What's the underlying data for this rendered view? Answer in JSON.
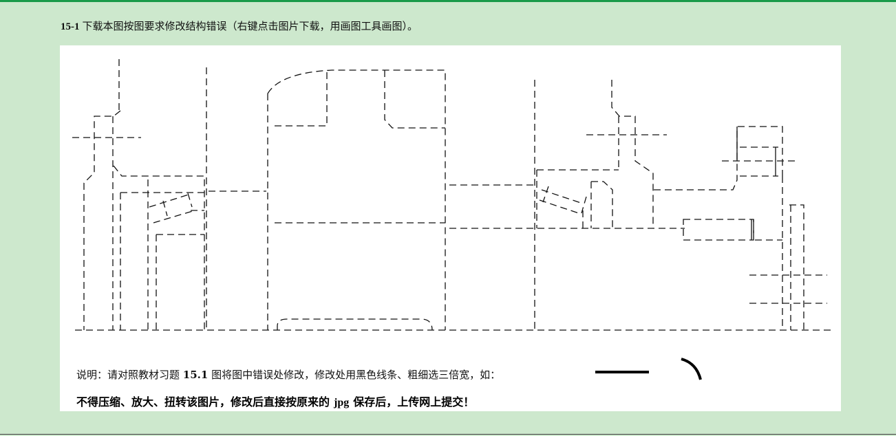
{
  "question": {
    "number": "15-1",
    "text": "下载本图按图要求修改结构错误（右键点击图片下载，用画图工具画图）。"
  },
  "figure": {
    "note_prefix": "说明：请对照教材习题",
    "note_exercise": "15.1",
    "note_suffix": "图将图中错误处修改，修改处用黑色线条、粗细选三倍宽，如：",
    "warning_prefix": "不得压缩、放大、扭转该图片，修改后直接按原来的",
    "warning_format": "jpg",
    "warning_suffix": "保存后，上传网上提交！",
    "line_color": "#000000"
  }
}
